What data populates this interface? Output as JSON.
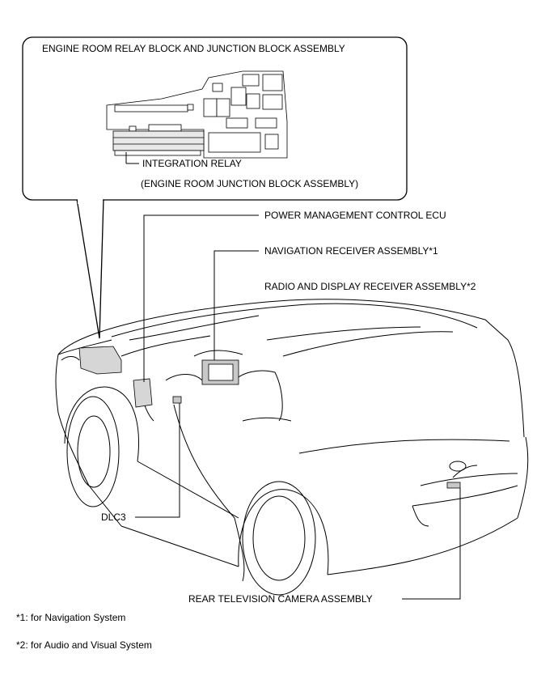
{
  "inset": {
    "title": "ENGINE ROOM RELAY BLOCK AND JUNCTION BLOCK ASSEMBLY",
    "relay_label": "INTEGRATION RELAY",
    "junction_label": "(ENGINE ROOM JUNCTION BLOCK ASSEMBLY)"
  },
  "callouts": {
    "power_management": "POWER MANAGEMENT CONTROL ECU",
    "navigation_receiver": "NAVIGATION RECEIVER ASSEMBLY*1",
    "radio_display_receiver": "RADIO AND DISPLAY RECEIVER ASSEMBLY*2",
    "dlc3": "DLC3",
    "rear_camera": "REAR TELEVISION CAMERA ASSEMBLY"
  },
  "footnotes": {
    "note1": "*1: for Navigation System",
    "note2": "*2: for Audio and Visual System"
  }
}
